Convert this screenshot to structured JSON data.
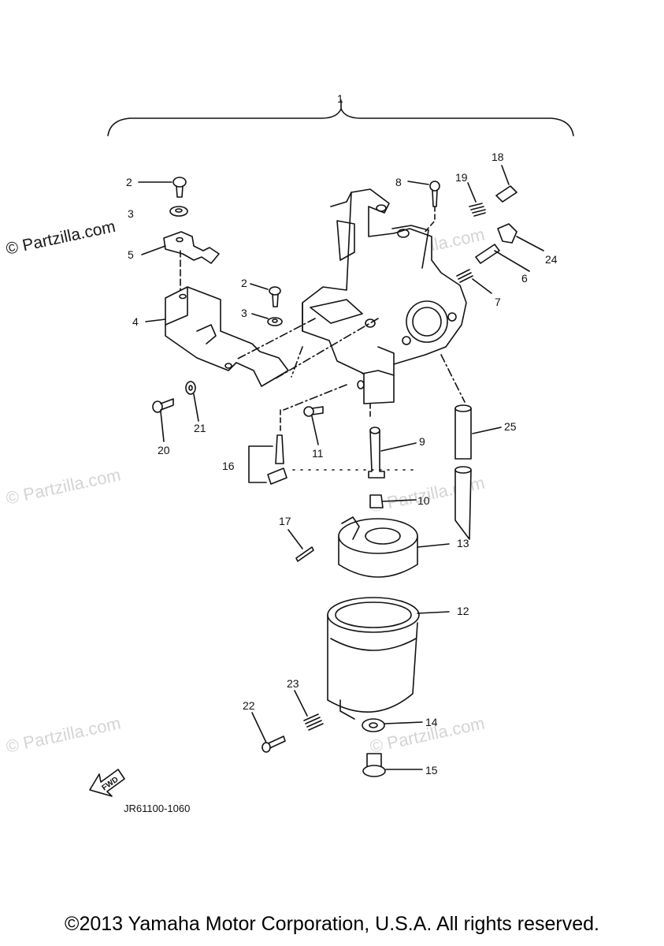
{
  "diagram": {
    "assembly_label": "1",
    "part_code": "JR61100-1060",
    "fwd_label": "FWD",
    "callouts": [
      "2",
      "3",
      "5",
      "4",
      "2",
      "3",
      "8",
      "19",
      "18",
      "24",
      "6",
      "7",
      "20",
      "21",
      "16",
      "11",
      "9",
      "25",
      "10",
      "17",
      "13",
      "12",
      "23",
      "22",
      "14",
      "15"
    ]
  },
  "watermark": {
    "text": "© Partzilla.com"
  },
  "footer": {
    "copyright": "©2013 Yamaha Motor Corporation, U.S.A. All rights reserved."
  },
  "colors": {
    "line": "#111111",
    "watermark": "#d4d4d4"
  }
}
